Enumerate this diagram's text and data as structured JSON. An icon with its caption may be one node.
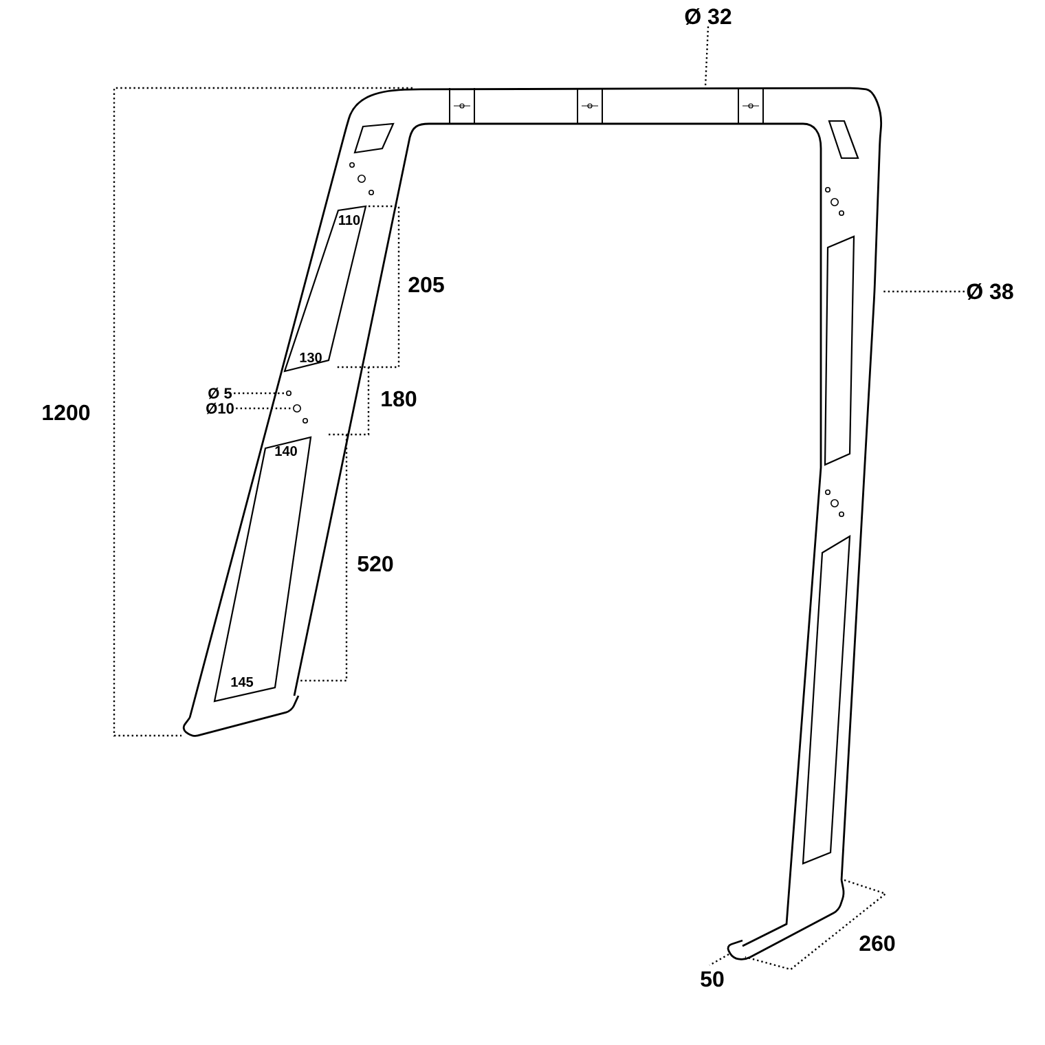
{
  "diagram": {
    "nodes": [
      {
        "text": [
          "Ø 32"
        ]
      },
      {
        "text": [
          "Ø 38"
        ]
      },
      {
        "text": [
          "Ø 5"
        ]
      },
      {
        "text": [
          "Ø10"
        ]
      },
      {
        "text": [],
        "shape": "circle"
      },
      {
        "text": [],
        "shape": "circle"
      }
    ],
    "edges": [
      {
        "from": 0,
        "to": null,
        "arrow": "none"
      },
      {
        "from": 1,
        "to": null,
        "arrow": "none"
      },
      {
        "from": 2,
        "to": 4,
        "arrow": "none"
      },
      {
        "from": 3,
        "to": 5,
        "arrow": "none"
      }
    ],
    "labels": [
      "1200",
      "205",
      "180",
      "520",
      "110",
      "130",
      "140",
      "145",
      "260",
      "50"
    ]
  }
}
